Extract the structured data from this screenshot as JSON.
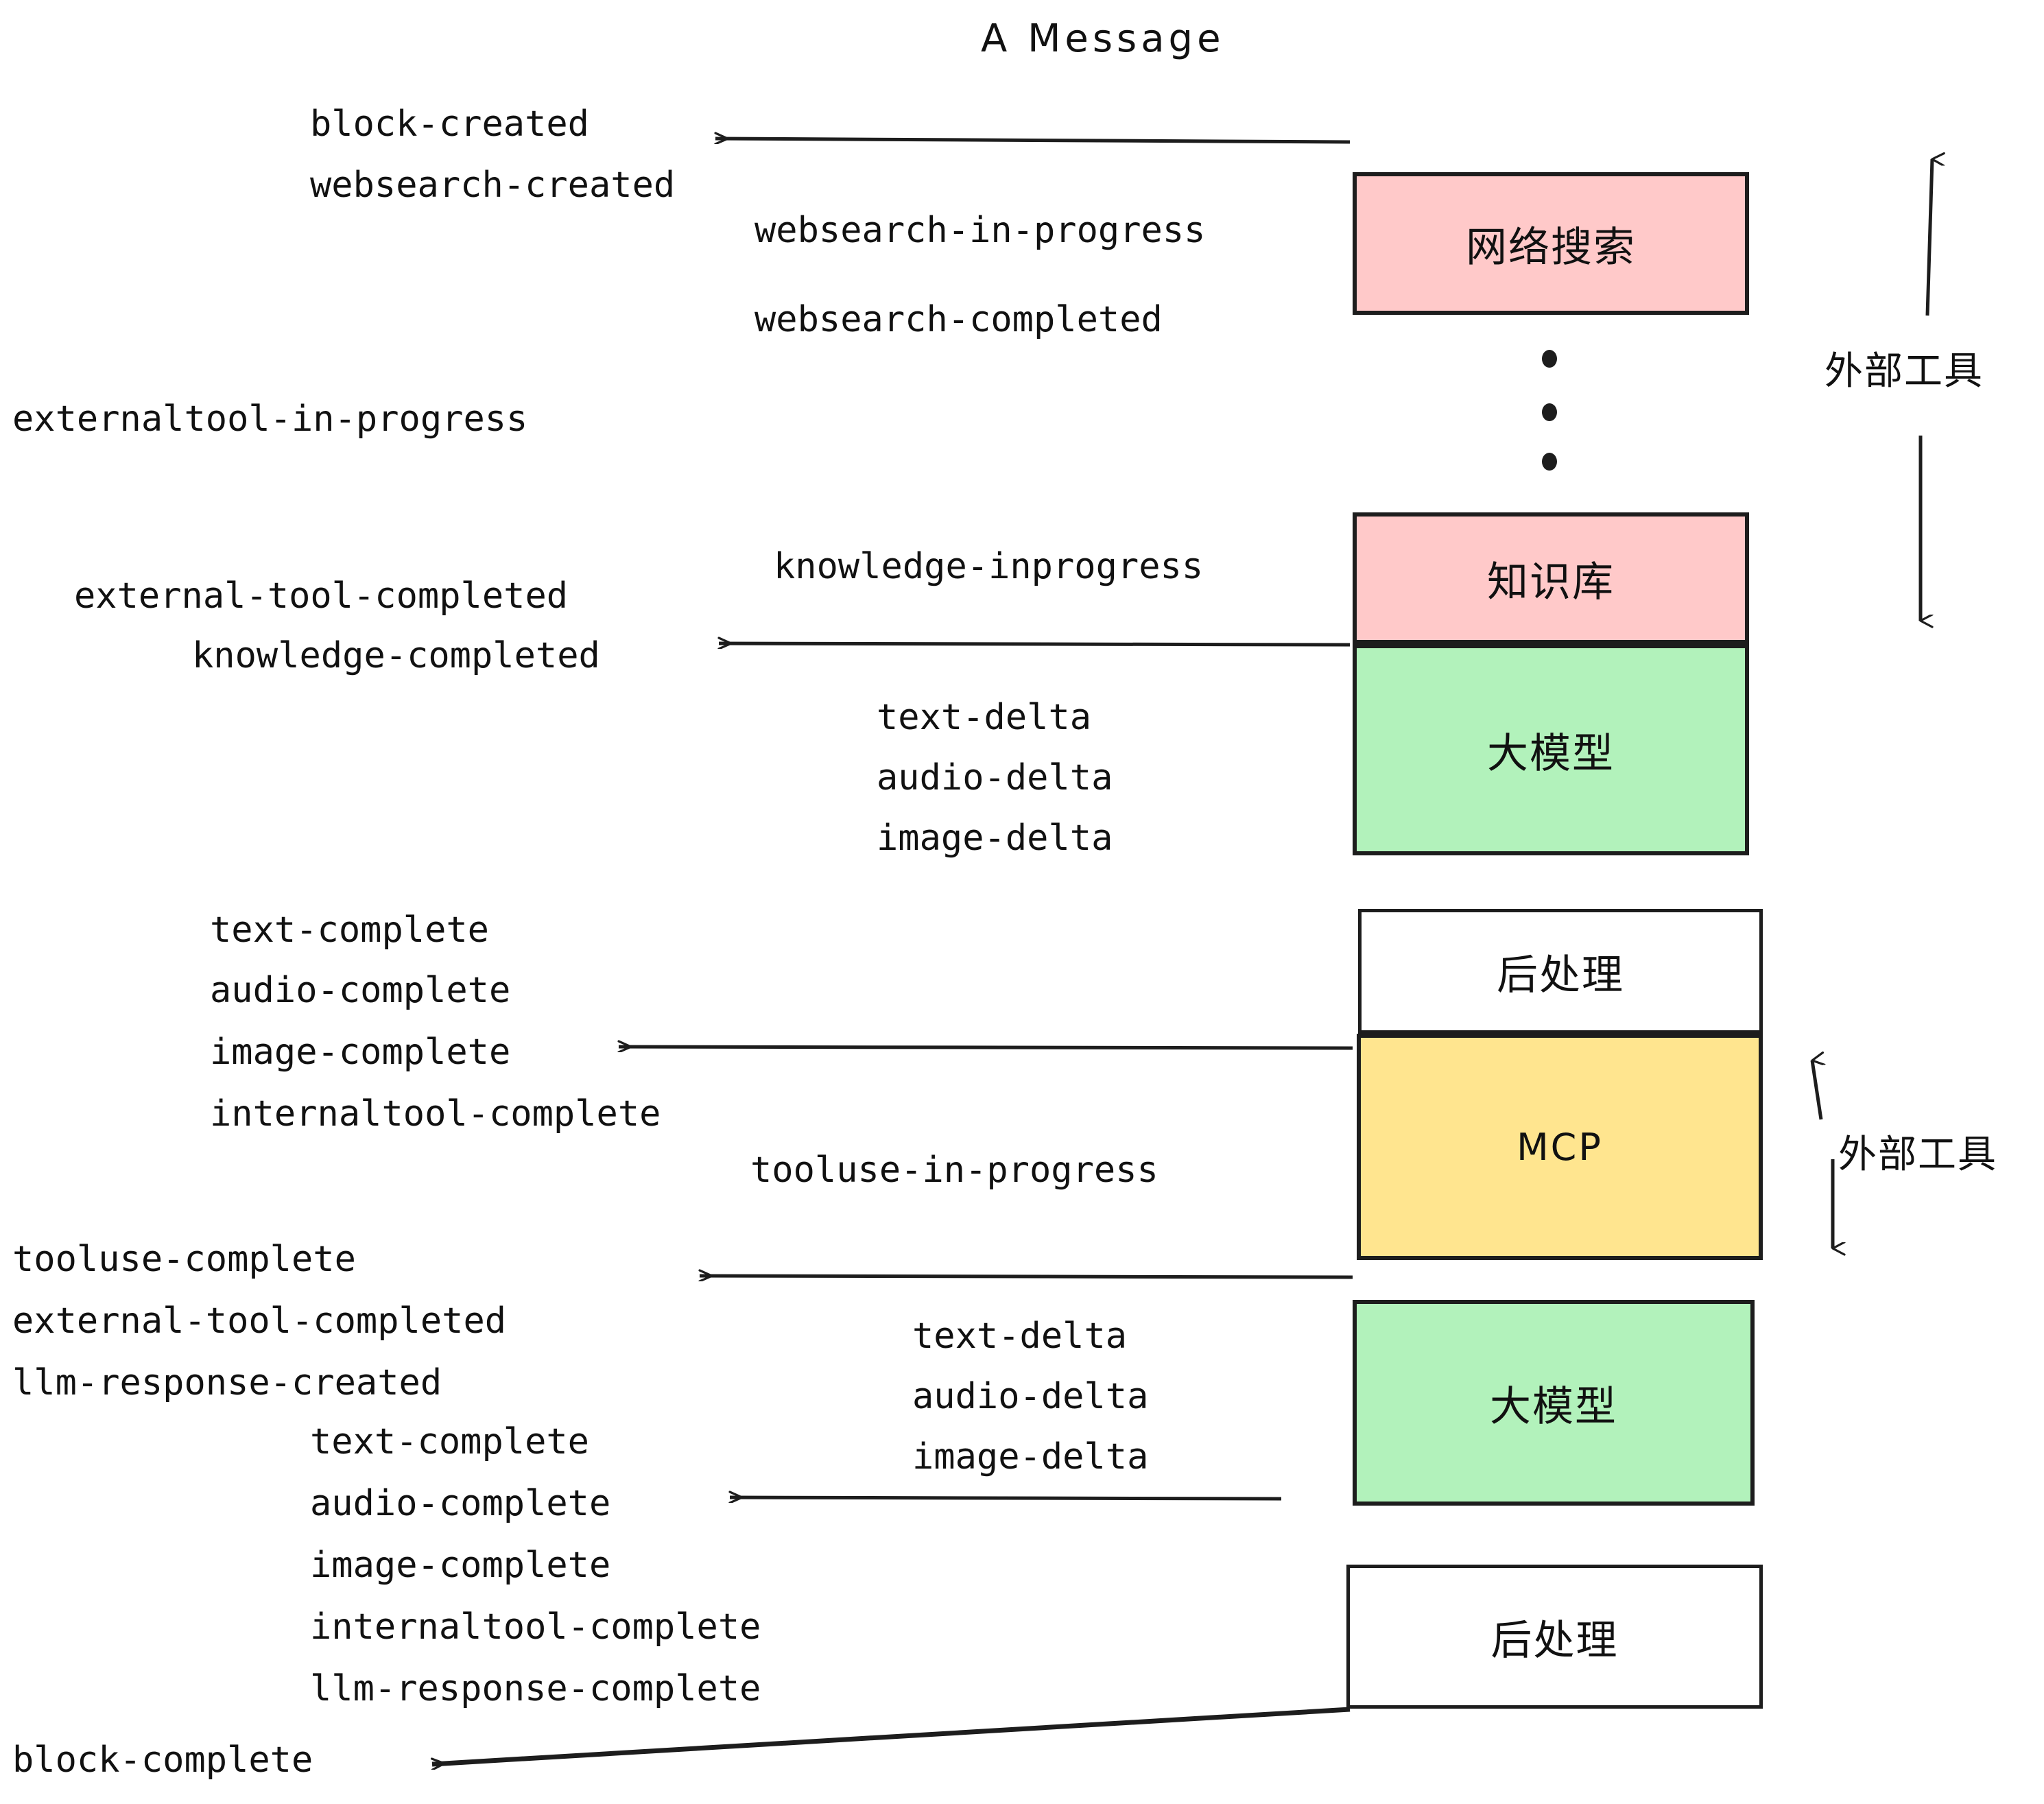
{
  "title": "A Message",
  "colors": {
    "pink": "#ffc9c9",
    "green": "#b2f2bb",
    "yellow": "#ffe58f",
    "white": "#ffffff",
    "stroke": "#1d1d1d",
    "text": "#111111"
  },
  "boxes": {
    "websearch": "网络搜索",
    "knowledge": "知识库",
    "llm_top": "大模型",
    "postprocess_top": "后处理",
    "mcp": "MCP",
    "llm_bottom": "大模型",
    "postprocess_bottom": "后处理"
  },
  "side_labels": {
    "external_tool_top": "外部工具",
    "external_tool_bottom": "外部工具"
  },
  "events": {
    "block_created": "block-created",
    "websearch_created": "websearch-created",
    "websearch_in_progress": "websearch-in-progress",
    "websearch_completed": "websearch-completed",
    "externaltool_in_progress": "externaltool-in-progress",
    "knowledge_inprogress": "knowledge-inprogress",
    "external_tool_completed_1": "external-tool-completed",
    "knowledge_completed": "knowledge-completed",
    "text_delta_1": "text-delta",
    "audio_delta_1": "audio-delta",
    "image_delta_1": "image-delta",
    "text_complete_1": "text-complete",
    "audio_complete_1": "audio-complete",
    "image_complete_1": "image-complete",
    "internaltool_complete_1": "internaltool-complete",
    "tooluse_in_progress": "tooluse-in-progress",
    "tooluse_complete": "tooluse-complete",
    "external_tool_completed_2": "external-tool-completed",
    "llm_response_created": "llm-response-created",
    "text_delta_2": "text-delta",
    "audio_delta_2": "audio-delta",
    "image_delta_2": "image-delta",
    "text_complete_2": "text-complete",
    "audio_complete_2": "audio-complete",
    "image_complete_2": "image-complete",
    "internaltool_complete_2": "internaltool-complete",
    "llm_response_complete": "llm-response-complete",
    "block_complete": "block-complete"
  }
}
